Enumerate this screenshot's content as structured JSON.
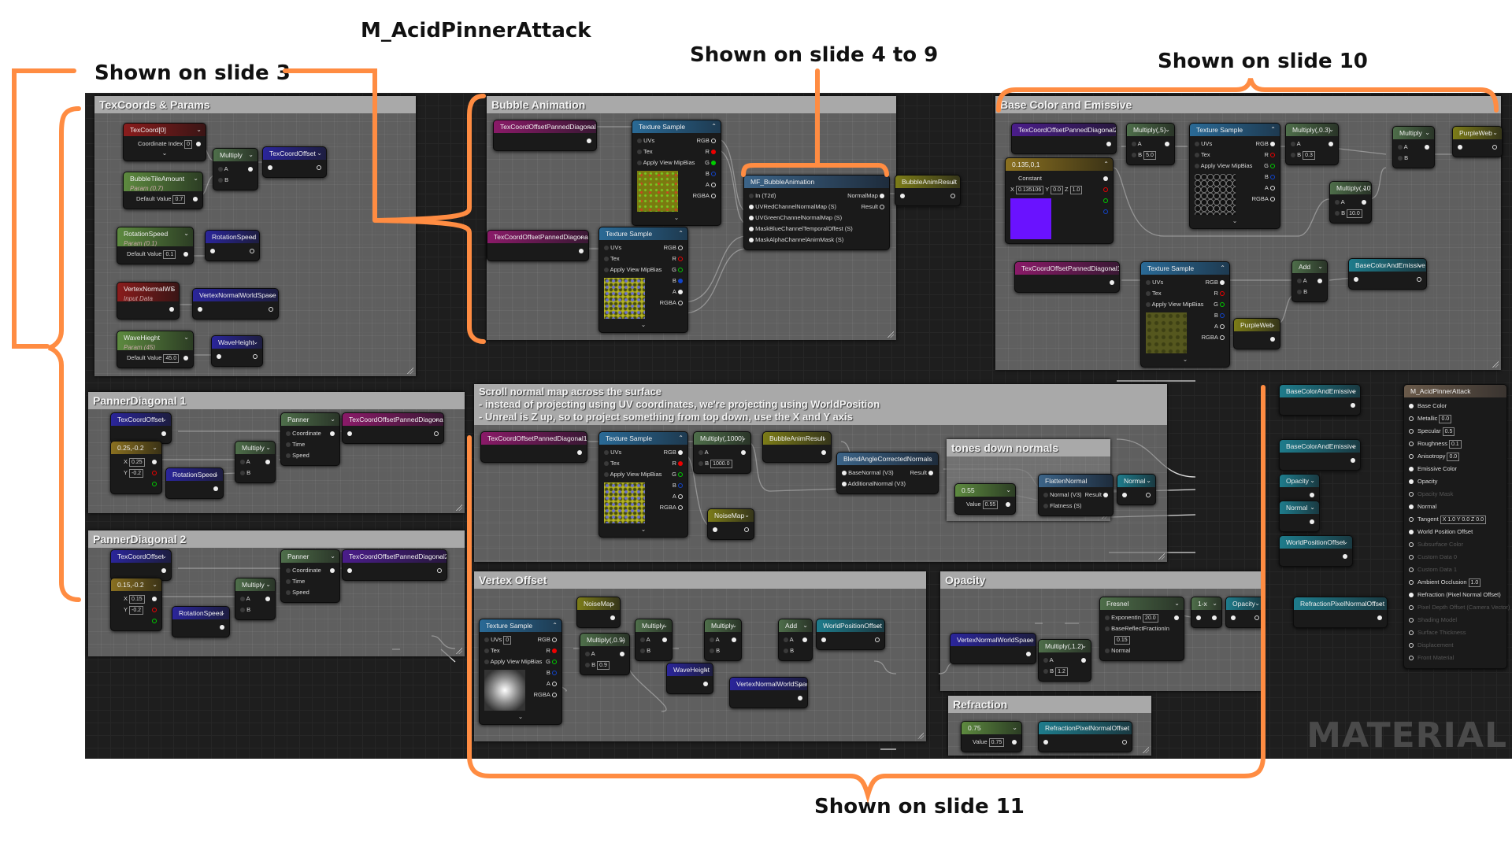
{
  "annotations": {
    "title": "M_AcidPinnerAttack",
    "slide3": "Shown on slide 3",
    "slide4to9": "Shown on slide 4 to 9",
    "slide10": "Shown on slide 10",
    "slide11": "Shown on slide 11",
    "accent_color": "#FF8C42"
  },
  "watermark": "MATERIAL",
  "comments": {
    "texcoords": "TexCoords & Params",
    "panner1": "PannerDiagonal 1",
    "panner2": "PannerDiagonal 2",
    "bubble": "Bubble Animation",
    "basecolor": "Base Color and Emissive",
    "scroll": "Scroll normal map across the surface\n- instead of projecting using UV coordinates, we're projecting using WorldPosition\n- Unreal is Z up, so to project something from top down, use the X and Y axis",
    "tones": "tones down normals",
    "vertex": "Vertex Offset",
    "opacity": "Opacity",
    "refraction": "Refraction"
  },
  "labels": {
    "coordinate_index": "Coordinate Index",
    "default_value": "Default Value",
    "value": "Value",
    "constant": "Constant",
    "a": "A",
    "b": "B",
    "x": "X",
    "y": "Y",
    "z": "Z",
    "coordinate": "Coordinate",
    "time": "Time",
    "speed": "Speed",
    "uvs": "UVs",
    "tex": "Tex",
    "mipbias": "Apply View MipBias",
    "rgb": "RGB",
    "r": "R",
    "g": "G",
    "bb": "B",
    "alpha": "A",
    "rgba": "RGBA",
    "result": "Result",
    "normal": "Normal",
    "param": "Param",
    "input_data": "Input Data"
  },
  "nodes": {
    "texcoord": {
      "title": "TexCoord[0]",
      "index": "0"
    },
    "multiply": "Multiply",
    "texcoord_offset": "TexCoordOffset",
    "bubble_tile": {
      "title": "BubbleTileAmount",
      "sub": "Param (0.7)",
      "value": "0.7"
    },
    "rotation_speed_param": {
      "title": "RotationSpeed",
      "sub": "Param (0.1)",
      "value": "0.1"
    },
    "rotation_speed": "RotationSpeed",
    "vertex_normal_ws": {
      "title": "VertexNormalWS",
      "sub": "Input Data"
    },
    "vertex_normal_world_space": "VertexNormalWorldSpace",
    "wave_height_param": {
      "title": "WaveHieght",
      "sub": "Param (45)",
      "value": "45.0"
    },
    "wave_height": "WaveHeight",
    "panner": "Panner",
    "tc_panned1": "TexCoordOffsetPannedDiagonal1",
    "tc_panned2": "TexCoordOffsetPannedDiagonal2",
    "const1": {
      "title": "0.25,-0.2",
      "x": "0.25",
      "y": "-0.2"
    },
    "const2": {
      "title": "0.15,-0.2",
      "x": "0.15",
      "y": "-0.2"
    },
    "texture_sample": "Texture Sample",
    "mf_bubble": {
      "title": "MF_BubbleAnimation",
      "inputs": [
        "In (T2d)",
        "UVRedChannelNormalMap (S)",
        "UVGreenChannelNormalMap (S)",
        "MaskBlueChannelTemporalOffest (S)",
        "MaskAlphaChannelAnimMask (S)"
      ],
      "outputs": [
        "NormalMap",
        "Result"
      ]
    },
    "bubble_anim_result": "BubbleAnimResult",
    "multiply_5": {
      "title": "Multiply(,5)",
      "b": "5.0"
    },
    "multiply_03": {
      "title": "Multiply(,0.3)",
      "b": "0.3"
    },
    "multiply_10": {
      "title": "Multiply(,10)",
      "b": "10.0"
    },
    "multiply_1000": {
      "title": "Multiply(,1000)",
      "b": "1000.0"
    },
    "multiply_09": {
      "title": "Multiply(,0.9)",
      "b": "0.9"
    },
    "multiply_12": {
      "title": "Multiply(,1.2)",
      "b": "1.2"
    },
    "vec3_const": {
      "title": "0.135,0,1",
      "x": "0.135106",
      "y": "0.0",
      "z": "1.0",
      "swatch_color": "#6A12FF"
    },
    "purple_web": "PurpleWeb",
    "add": "Add",
    "base_color_and_emissive": "BaseColorAndEmissive",
    "noise_map": "NoiseMap",
    "blend_normals": {
      "title": "BlendAngleCorrectedNormals",
      "inputs": [
        "BaseNormal (V3)",
        "AdditionalNormal (V3)"
      ],
      "output": "Result"
    },
    "flatten_normal": {
      "title": "FlattenNormal",
      "inputs": [
        "Normal (V3)",
        "Flatness (S)"
      ],
      "output": "Result"
    },
    "const_055": {
      "title": "0.55",
      "value": "0.55"
    },
    "normal": "Normal",
    "world_position_offset": "WorldPositionOffset",
    "fresnel": {
      "title": "Fresnel",
      "exponent_label": "ExponentIn",
      "exponent": "20.0",
      "base_label": "BaseReflectFractionIn",
      "base": "0.15",
      "normal_label": "Normal"
    },
    "one_minus_x": "1-x",
    "opacity": "Opacity",
    "const_075": {
      "title": "0.75",
      "value": "0.75"
    },
    "refraction_offset": "RefractionPixelNormalOffset",
    "uvs_index": "0"
  },
  "material_node": {
    "title": "M_AcidPinnerAttack",
    "pins": [
      {
        "label": "Base Color",
        "value": null,
        "connected": true
      },
      {
        "label": "Metallic",
        "value": "0.0",
        "connected": false
      },
      {
        "label": "Specular",
        "value": "0.5",
        "connected": false
      },
      {
        "label": "Roughness",
        "value": "0.1",
        "connected": false
      },
      {
        "label": "Anisotropy",
        "value": "0.0",
        "connected": false
      },
      {
        "label": "Emissive Color",
        "value": null,
        "connected": true
      },
      {
        "label": "Opacity",
        "value": null,
        "connected": true
      },
      {
        "label": "Opacity Mask",
        "value": null,
        "connected": false,
        "disabled": true
      },
      {
        "label": "Normal",
        "value": null,
        "connected": true
      },
      {
        "label": "Tangent",
        "value": "X 1.0 Y 0.0 Z 0.0",
        "connected": false
      },
      {
        "label": "World Position Offset",
        "value": null,
        "connected": true
      },
      {
        "label": "Subsurface Color",
        "value": null,
        "connected": false,
        "disabled": true
      },
      {
        "label": "Custom Data 0",
        "value": null,
        "connected": false,
        "disabled": true
      },
      {
        "label": "Custom Data 1",
        "value": null,
        "connected": false,
        "disabled": true
      },
      {
        "label": "Ambient Occlusion",
        "value": "1.0",
        "connected": false
      },
      {
        "label": "Refraction (Pixel Normal Offset)",
        "value": null,
        "connected": true
      },
      {
        "label": "Pixel Depth Offset (Camera Vector)",
        "value": null,
        "connected": false,
        "disabled": true
      },
      {
        "label": "Shading Model",
        "value": null,
        "connected": false,
        "disabled": true
      },
      {
        "label": "Surface Thickness",
        "value": null,
        "connected": false,
        "disabled": true
      },
      {
        "label": "Displacement",
        "value": null,
        "connected": false,
        "disabled": true
      },
      {
        "label": "Front Material",
        "value": null,
        "connected": false,
        "disabled": true
      }
    ]
  }
}
